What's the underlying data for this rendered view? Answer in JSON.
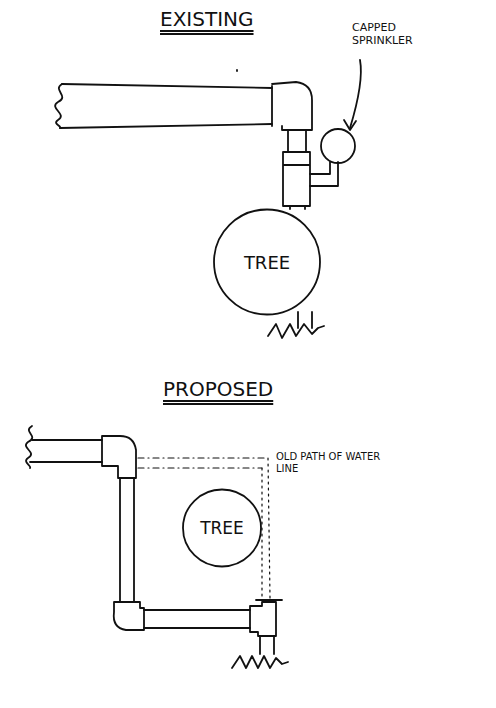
{
  "diagram": {
    "nodes": [
      {
        "text": [
          "TREE"
        ]
      },
      {
        "text": [
          "TREE"
        ]
      }
    ],
    "labels": [
      "EXISTING",
      "CAPPED SPRINKLER",
      "PROPOSED",
      "OLD PATH OF WATER LINE"
    ]
  }
}
